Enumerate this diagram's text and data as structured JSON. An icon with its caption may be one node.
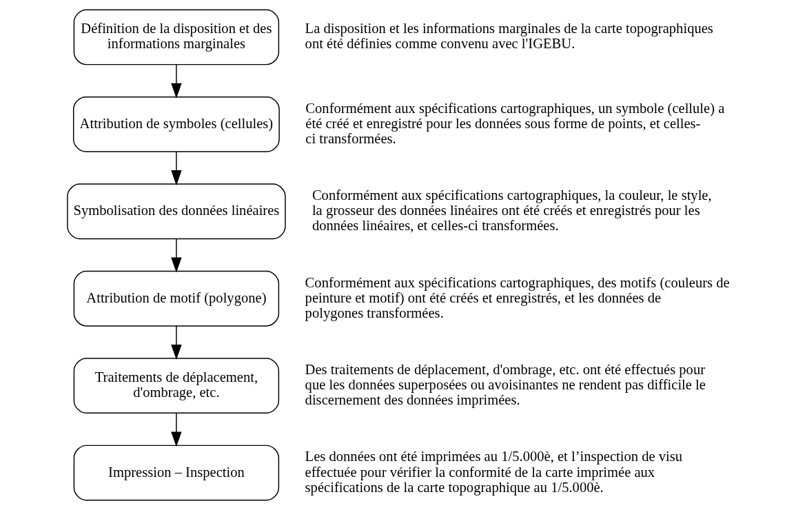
{
  "diagram": {
    "nodes": [
      {
        "text": [
          "Définition de la disposition et des informations marginales"
        ],
        "beside": [
          "La disposition et les informations marginales de la carte topographiques ont été définies comme convenu avec l'IGEBU."
        ]
      },
      {
        "text": [
          "Attribution de symboles (cellules)"
        ],
        "beside": [
          "Conformément aux spécifications cartographiques, un symbole (cellule) a été créé et enregistré pour les données sous forme de points, et celles-ci transformées."
        ]
      },
      {
        "text": [
          "Symbolisation des données linéaires"
        ],
        "beside": [
          "Conformément aux spécifications cartographiques, la couleur, le style, la grosseur des données linéaires ont été créés et enregistrés pour les données linéaires, et celles-ci transformées."
        ]
      },
      {
        "text": [
          "Attribution de motif (polygone)"
        ],
        "beside": [
          "Conformément aux spécifications cartographiques, des motifs (couleurs de peinture et motif) ont été créés et enregistrés, et les données de polygones transformées."
        ]
      },
      {
        "text": [
          "Traitements de déplacement, d'ombrage, etc."
        ],
        "beside": [
          "Des traitements de déplacement, d'ombrage, etc. ont été effectués pour que les données superposées ou avoisinantes ne rendent pas difficile le discernement des données imprimées."
        ]
      },
      {
        "text": [
          "Impression – Inspection"
        ],
        "beside": [
          "Les données ont été imprimées au 1/5.000è, et l’inspection de visu effectuée pour vérifier la conformité de la carte imprimée aux spécifications de la carte topographique au 1/5.000è."
        ]
      }
    ],
    "edges": [
      {
        "from": 0,
        "to": 1,
        "arrow": "to"
      },
      {
        "from": 1,
        "to": 2,
        "arrow": "to"
      },
      {
        "from": 2,
        "to": 3,
        "arrow": "to"
      },
      {
        "from": 3,
        "to": 4,
        "arrow": "to"
      },
      {
        "from": 4,
        "to": 5,
        "arrow": "to"
      }
    ]
  }
}
